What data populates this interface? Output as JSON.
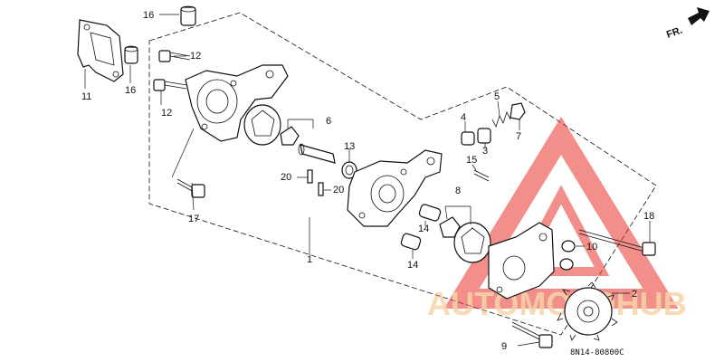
{
  "diagram": {
    "direction_label": "FR.",
    "diagram_code": "8N14-80800C",
    "watermark_text": "AUTOMOTOHUB",
    "watermark_color": "#e8342c",
    "watermark_text_color": "#f0b060",
    "callouts": [
      "1",
      "2",
      "3",
      "4",
      "5",
      "6",
      "7",
      "8",
      "9",
      "10",
      "11",
      "12",
      "12",
      "13",
      "14",
      "14",
      "15",
      "16",
      "16",
      "17",
      "18",
      "20",
      "20"
    ]
  }
}
